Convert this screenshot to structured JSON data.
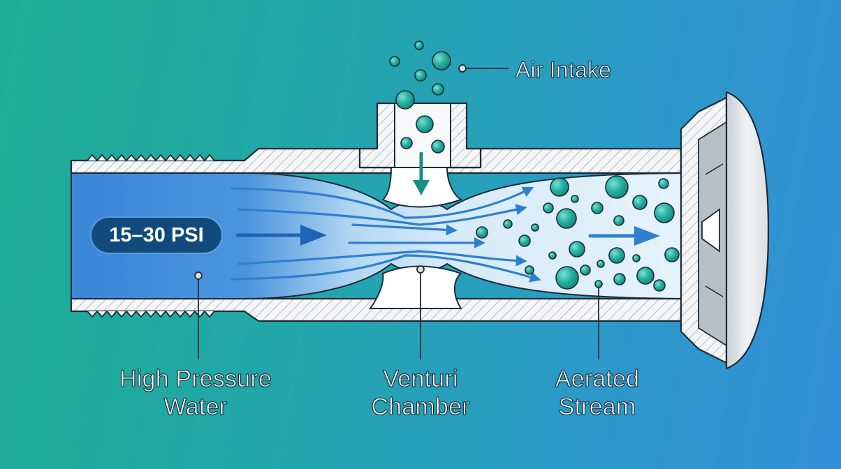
{
  "labels": {
    "air_intake": "Air Intake",
    "high_pressure": [
      "High Pressure",
      "Water"
    ],
    "venturi": [
      "Venturi",
      "Chamber"
    ],
    "aerated": [
      "Aerated",
      "Stream"
    ]
  },
  "badge": {
    "pressure": "15–30 PSI"
  },
  "colors": {
    "background_start": "#1fae94",
    "background_end": "#3590d8",
    "water": "#3a86d8",
    "bubble": "#26b3a4",
    "badge": "#114a7d",
    "outline": "#1d2b38"
  }
}
